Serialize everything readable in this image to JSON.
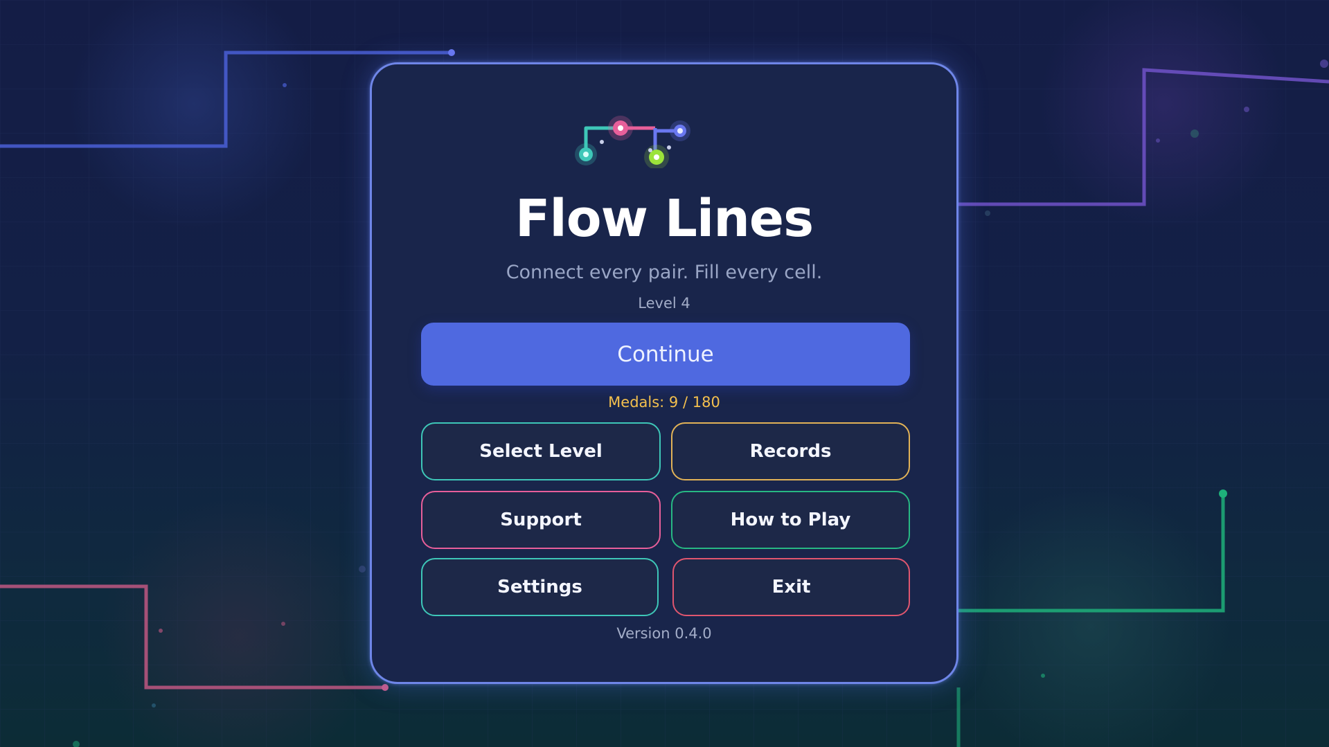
{
  "title": "Flow Lines",
  "subtitle": "Connect every pair. Fill every cell.",
  "level_label": "Level 4",
  "continue_label": "Continue",
  "medals_label": "Medals: 9 / 180",
  "buttons": {
    "select_level": "Select Level",
    "records": "Records",
    "support": "Support",
    "how_to_play": "How to Play",
    "settings": "Settings",
    "exit": "Exit"
  },
  "version_label": "Version 0.4.0",
  "colors": {
    "accent_blue": "#4f69e0",
    "teal": "#3ec7b8",
    "pink": "#e85f9a",
    "gold": "#e2b357",
    "green": "#27b883",
    "red": "#e0566f",
    "lime": "#9be33a",
    "violet": "#6a78f0"
  },
  "logo_icon": "flow-lines-logo-icon"
}
